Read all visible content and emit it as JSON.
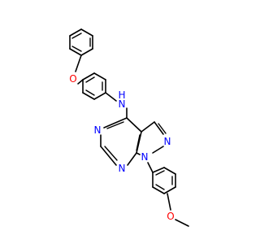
{
  "molecule": {
    "atoms": {
      "o_ether": "O",
      "n_amine": "N",
      "h_amine": "H",
      "n_pyrimidine_top": "N",
      "n_pyrimidine_bottom": "N",
      "n_pyrazole_top": "N",
      "n_pyrazole_bottom": "N",
      "o_methoxy": "O"
    },
    "colors": {
      "bond": "#000000",
      "nitrogen": "#0000ff",
      "oxygen": "#ff0000",
      "carbon": "#000000"
    }
  }
}
